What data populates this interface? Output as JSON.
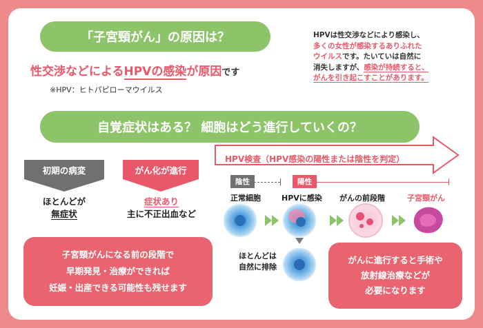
{
  "colors": {
    "background": "#ef8a8a",
    "green": "#8dc46a",
    "red": "#e85868",
    "gray": "#707070"
  },
  "q1": "「子宮頸がん」の原因は？",
  "cause": {
    "part1": "性交渉などによる",
    "hpv": "HPVの感染",
    "part2": "が原因",
    "suffix": "です"
  },
  "hpv_note": "※HPV：ヒトパピローマウイルス",
  "explain": {
    "line1": "HPVは性交渉などにより感染し、",
    "line2": "多くの女性が感染するありふれた",
    "line3": "ウイルス",
    "line3b": "です。たいていは自然に",
    "line4": "消失しますが、",
    "line4b": "感染が持続すると、",
    "line5": "がんを引き起こすことがあります。"
  },
  "q2": "自覚症状はある？ 細胞はどう進行していくの？",
  "stages": {
    "early": "初期の病変",
    "progress": "がん化が進行",
    "early_sym1": "ほとんどが",
    "early_sym2": "無症状",
    "prog_sym1": "症状あり",
    "prog_sym2": "主に不正出血など"
  },
  "left_box": [
    "子宮頸がんになる前の段階で",
    "早期発見・治療ができれば",
    "妊娠・出産できる可能性も残せます"
  ],
  "right_box": [
    "がんに進行すると手術や",
    "放射線治療などが",
    "必要になります"
  ],
  "test": "HPV検査（HPV感染の陽性または陰性を判定）",
  "tags": {
    "negative": "陰性",
    "positive": "陽性"
  },
  "cells": {
    "normal": "正常細胞",
    "infected": "HPVに感染",
    "precancer": "がんの前段階",
    "cancer": "子宮頸がん"
  },
  "excreted": [
    "ほとんどは",
    "自然に排除"
  ]
}
